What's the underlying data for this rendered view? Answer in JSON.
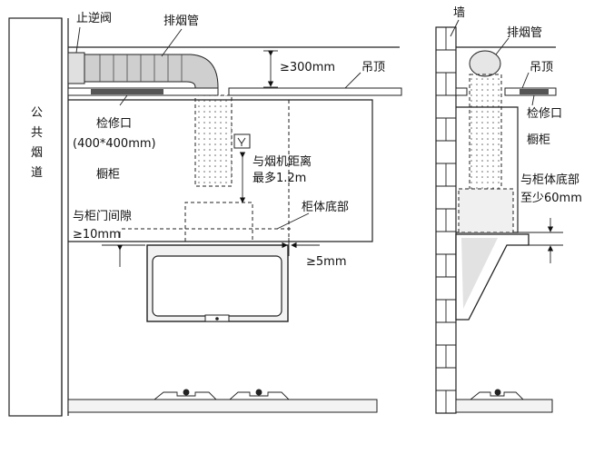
{
  "left_view": {
    "flue_label": "公\n共\n烟\n道",
    "check_valve_label": "止逆阀",
    "exhaust_pipe_label": "排烟管",
    "clearance_label": "≥300mm",
    "ceiling_label": "吊顶",
    "access_port_label": "检修口",
    "access_port_size": "(400*400mm)",
    "cabinet_label": "橱柜",
    "socket_distance_label_1": "与烟机距离",
    "socket_distance_label_2": "最多1.2m",
    "cabinet_bottom_label": "柜体底部",
    "door_gap_label_1": "与柜门间隙",
    "door_gap_label_2": "≥10mm",
    "side_gap_label": "≥5mm"
  },
  "right_view": {
    "wall_label": "墙",
    "exhaust_pipe_label": "排烟管",
    "ceiling_label": "吊顶",
    "access_port_label": "检修口",
    "cabinet_label": "橱柜",
    "cabinet_bottom_label_1": "与柜体底部",
    "cabinet_bottom_label_2": "至少60mm"
  },
  "icons": [
    "socket-icon",
    "gas-burner-icon"
  ]
}
